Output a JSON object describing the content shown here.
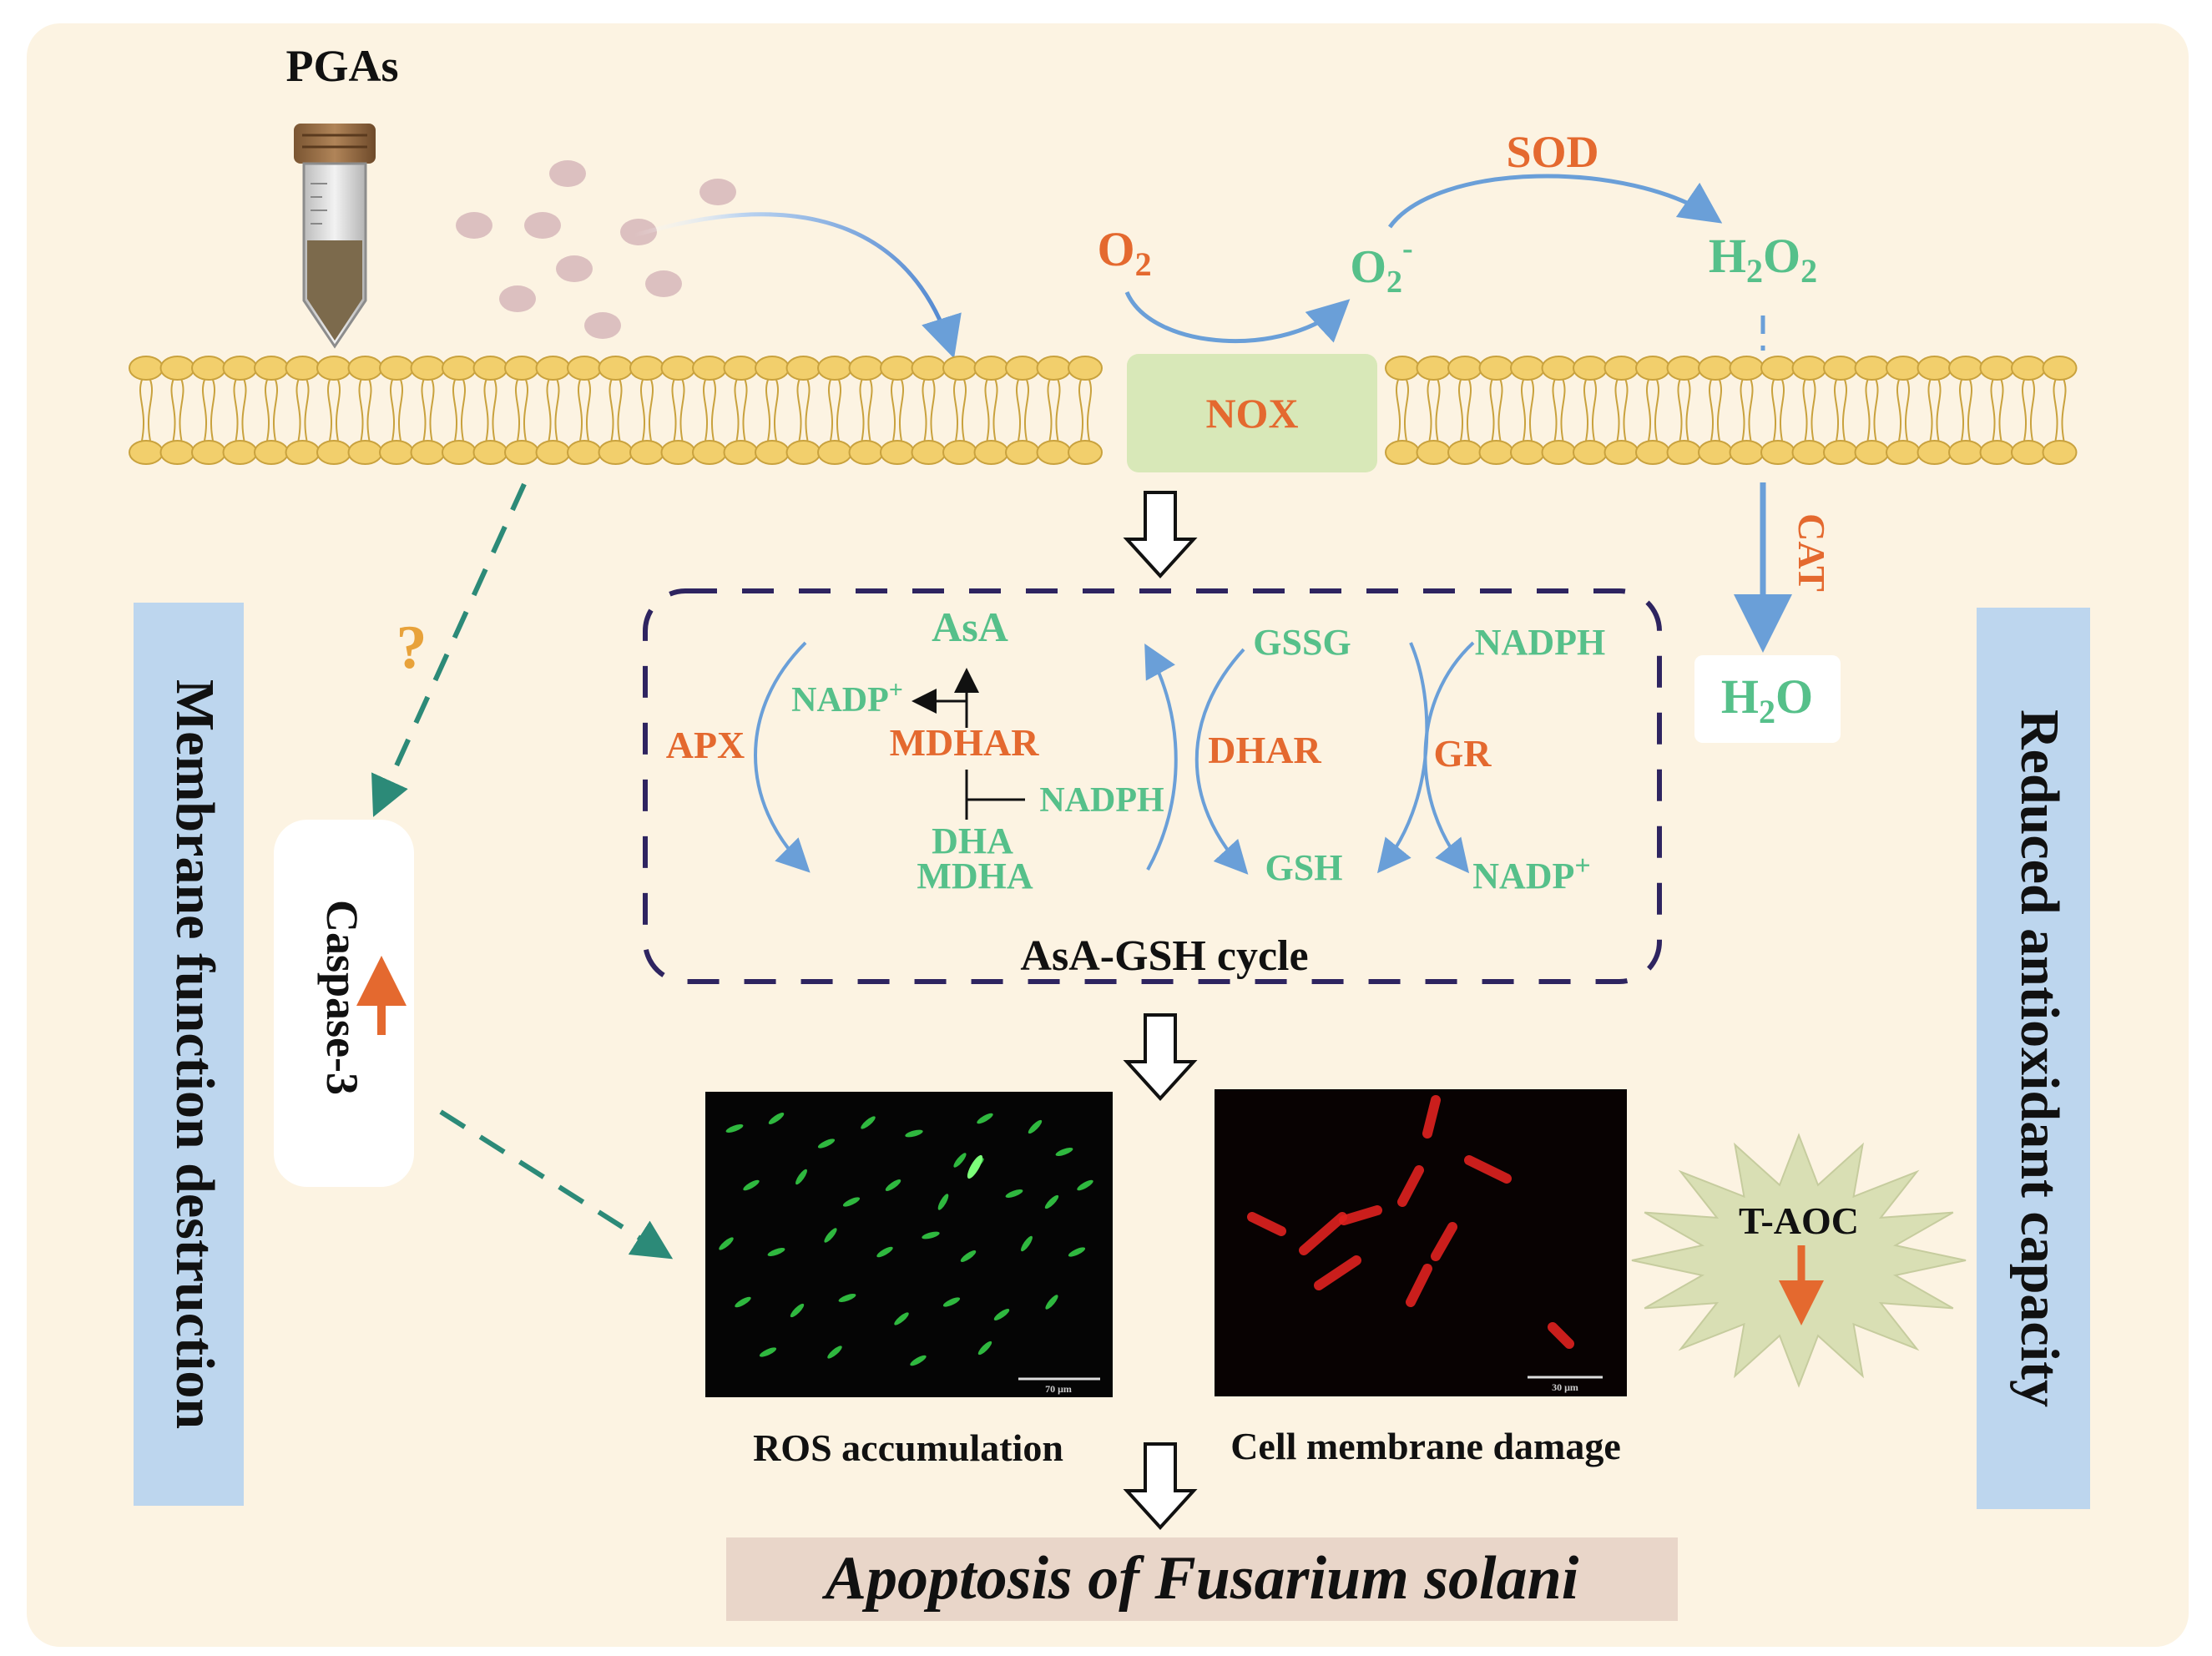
{
  "pgas_label": "PGAs",
  "o2": {
    "base": "O",
    "sub": "2"
  },
  "superoxide": {
    "base": "O",
    "sub": "2",
    "sup": "-"
  },
  "sod_label": "SOD",
  "h2o2": {
    "p1": "H",
    "s1": "2",
    "p2": "O",
    "s2": "2"
  },
  "nox_label": "NOX",
  "cat_label": "CAT",
  "h2o": {
    "p1": "H",
    "s1": "2",
    "p2": "O"
  },
  "question_mark": "?",
  "caspase_label": "Caspase-3",
  "left_panel_label": "Membrane function destruction",
  "right_panel_label": "Reduced antioxidant capacity",
  "cycle": {
    "title": "AsA-GSH cycle",
    "asa": "AsA",
    "apx": "APX",
    "nadp_plus_top": {
      "base": "NADP",
      "sup": "+"
    },
    "mdhar": "MDHAR",
    "nadph_mid": "NADPH",
    "dha": "DHA",
    "mdha": "MDHA",
    "dhar": "DHAR",
    "gssg": "GSSG",
    "gsh": "GSH",
    "gr": "GR",
    "nadph_right": "NADPH",
    "nadp_plus_right": {
      "base": "NADP",
      "sup": "+"
    }
  },
  "ros_caption": "ROS accumulation",
  "membrane_caption": "Cell membrane damage",
  "ros_scale_label": "70 μm",
  "membrane_scale_label": "30 μm",
  "taoc_label": "T-AOC",
  "conclusion": "Apoptosis of Fusarium solani",
  "colors": {
    "background": "#fcf3e2",
    "enzyme_orange": "#e4692f",
    "species_green": "#56c08a",
    "arrow_blue": "#6a9fd8",
    "dashed_teal": "#2c8a78",
    "panel_blue": "#bdd6ee",
    "nox_green": "#d8e8b8",
    "lipid_yellow": "#f2cf6c",
    "conclusion_bg": "#e9d6c9"
  }
}
